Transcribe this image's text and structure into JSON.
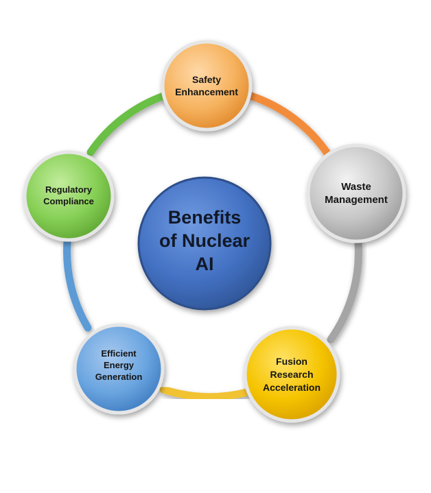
{
  "diagram": {
    "center": {
      "lines": [
        "Benefits",
        "of Nuclear",
        "AI"
      ]
    },
    "nodes": [
      {
        "lines": [
          "Safety",
          "Enhancement"
        ],
        "color": "#f4a94a"
      },
      {
        "lines": [
          "Waste",
          "Management"
        ],
        "color": "#bdbdbd"
      },
      {
        "lines": [
          "Fusion",
          "Research",
          "Acceleration"
        ],
        "color": "#f5c400"
      },
      {
        "lines": [
          "Efficient",
          "Energy",
          "Generation"
        ],
        "color": "#5b9bd5"
      },
      {
        "lines": [
          "Regulatory",
          "Compliance"
        ],
        "color": "#7cc84e"
      }
    ],
    "center_color": "#4472c4"
  }
}
